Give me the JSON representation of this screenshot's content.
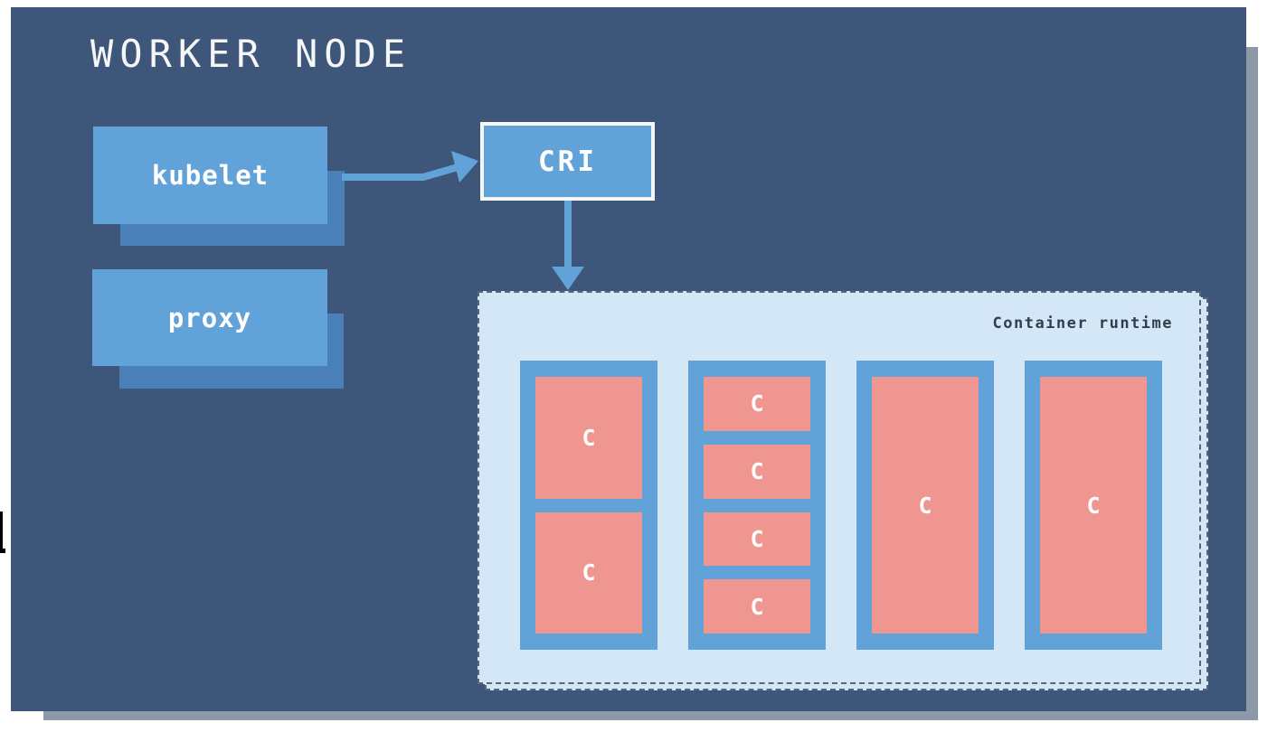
{
  "title": "WORKER NODE",
  "nodes": {
    "kubelet": {
      "label": "kubelet"
    },
    "proxy": {
      "label": "proxy"
    },
    "cri": {
      "label": "CRI"
    }
  },
  "runtime": {
    "label": "Container runtime",
    "pods": [
      {
        "containers": [
          "C",
          "C"
        ]
      },
      {
        "containers": [
          "C",
          "C",
          "C",
          "C"
        ]
      },
      {
        "containers": [
          "C"
        ]
      },
      {
        "containers": [
          "C"
        ]
      }
    ]
  },
  "colors": {
    "frame_background": "#3e567a",
    "frame_shadow": "#8d98a8",
    "box_blue": "#61a3d9",
    "box_shadow_blue": "#4a80b8",
    "runtime_sheet": "#d3e7f7",
    "sheet_dashed_border": "#58657a",
    "container_salmon": "#f09690",
    "label_light": "#f4f6f8",
    "runtime_label_dark": "#323e4f"
  }
}
